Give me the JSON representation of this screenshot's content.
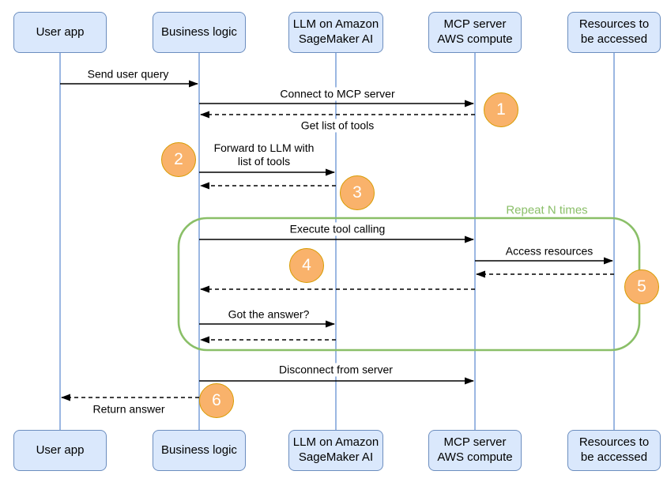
{
  "colors": {
    "actor_fill": "#dae8fc",
    "actor_stroke": "#6c8ebf",
    "lifeline": "#7a9fd9",
    "arrow": "#000000",
    "loop_stroke": "#8abf68",
    "badge_fill": "#f9b26b",
    "badge_stroke": "#d79b00",
    "badge_text": "#ffffff"
  },
  "actors": [
    {
      "id": "user-app",
      "label": "User app"
    },
    {
      "id": "business-logic",
      "label": "Business logic"
    },
    {
      "id": "llm-sagemaker",
      "label": "LLM on Amazon\nSageMaker AI"
    },
    {
      "id": "mcp-server",
      "label": "MCP server\nAWS compute"
    },
    {
      "id": "resources",
      "label": "Resources to\nbe accessed"
    }
  ],
  "messages": [
    {
      "label": "Send user query",
      "from": "user-app",
      "to": "business-logic",
      "style": "solid"
    },
    {
      "label": "Connect to MCP server",
      "from": "business-logic",
      "to": "mcp-server",
      "style": "solid"
    },
    {
      "label": "Get list of tools",
      "from": "mcp-server",
      "to": "business-logic",
      "style": "dashed"
    },
    {
      "label": "Forward to LLM with\nlist of tools",
      "from": "business-logic",
      "to": "llm-sagemaker",
      "style": "solid"
    },
    {
      "label": "",
      "from": "llm-sagemaker",
      "to": "business-logic",
      "style": "dashed"
    },
    {
      "label": "Execute tool calling",
      "from": "business-logic",
      "to": "mcp-server",
      "style": "solid"
    },
    {
      "label": "Access resources",
      "from": "mcp-server",
      "to": "resources",
      "style": "solid"
    },
    {
      "label": "",
      "from": "resources",
      "to": "mcp-server",
      "style": "dashed"
    },
    {
      "label": "",
      "from": "mcp-server",
      "to": "business-logic",
      "style": "dashed"
    },
    {
      "label": "Got the answer?",
      "from": "business-logic",
      "to": "llm-sagemaker",
      "style": "solid"
    },
    {
      "label": "",
      "from": "llm-sagemaker",
      "to": "business-logic",
      "style": "dashed"
    },
    {
      "label": "Disconnect from server",
      "from": "business-logic",
      "to": "mcp-server",
      "style": "solid"
    },
    {
      "label": "Return answer",
      "from": "business-logic",
      "to": "user-app",
      "style": "dashed"
    }
  ],
  "loop": {
    "label": "Repeat N times"
  },
  "badges": [
    {
      "label": "1"
    },
    {
      "label": "2"
    },
    {
      "label": "3"
    },
    {
      "label": "4"
    },
    {
      "label": "5"
    },
    {
      "label": "6"
    }
  ]
}
